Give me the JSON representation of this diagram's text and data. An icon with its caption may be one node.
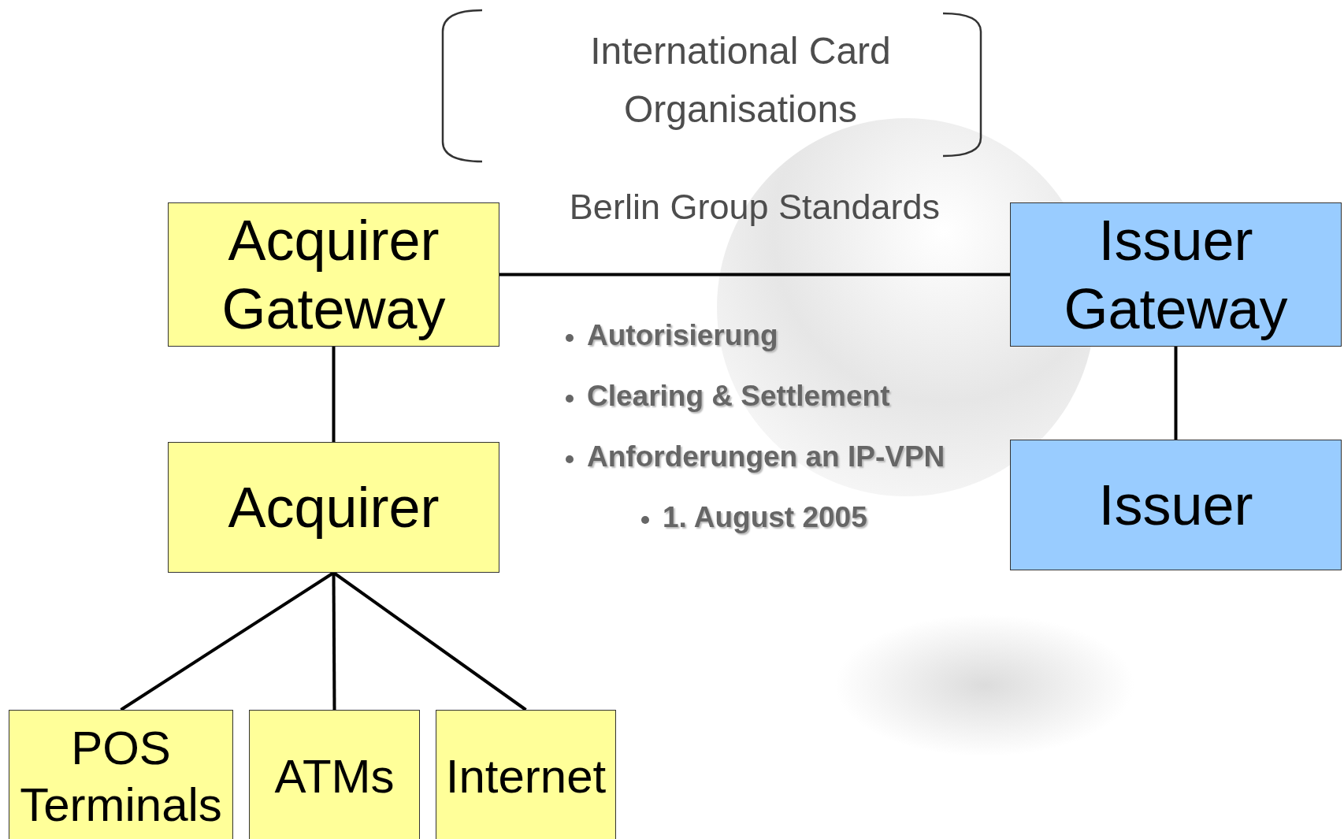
{
  "diagram": {
    "nodes": [
      {
        "text": [
          "Acquirer Gateway"
        ]
      },
      {
        "text": [
          "Issuer Gateway"
        ]
      },
      {
        "text": [
          "Acquirer"
        ]
      },
      {
        "text": [
          "Issuer"
        ]
      },
      {
        "text": [
          "POS Terminals"
        ]
      },
      {
        "text": [
          "ATMs"
        ]
      },
      {
        "text": [
          "Internet"
        ]
      }
    ],
    "edges": [
      {
        "from": 0,
        "to": 1,
        "arrow": "none",
        "label": "Berlin Group Standards"
      },
      {
        "from": 0,
        "to": 2,
        "arrow": "none"
      },
      {
        "from": 1,
        "to": 3,
        "arrow": "none"
      },
      {
        "from": 2,
        "to": 4,
        "arrow": "none"
      },
      {
        "from": 2,
        "to": 5,
        "arrow": "none"
      },
      {
        "from": 2,
        "to": 6,
        "arrow": "none"
      }
    ],
    "labels": [
      "International Card Organisations",
      "Autorisierung",
      "Clearing & Settlement",
      "Anforderungen an IP-VPN",
      "1. August 2005"
    ]
  }
}
